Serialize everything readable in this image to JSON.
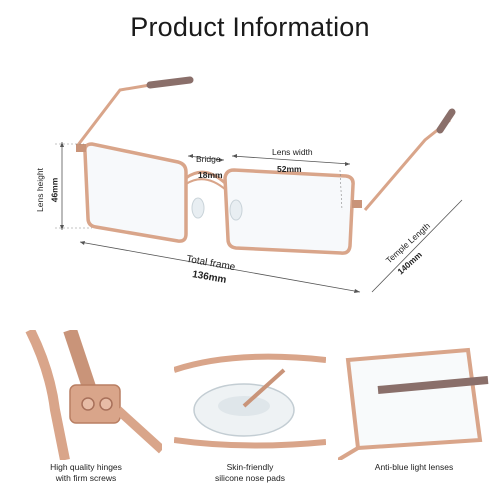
{
  "title": "Product Information",
  "dimensions": {
    "bridge_label": "Bridge",
    "bridge_value": "18mm",
    "lens_width_label": "Lens width",
    "lens_width_value": "52mm",
    "lens_height_label": "Lens height",
    "lens_height_value": "46mm",
    "total_frame_label": "Total frame",
    "total_frame_value": "136mm",
    "temple_length_label": "Temple Length",
    "temple_length_value": "140mm"
  },
  "features": [
    {
      "line1": "High quality hinges",
      "line2": "with firm screws",
      "icon": "hinge-closeup"
    },
    {
      "line1": "Skin-friendly",
      "line2": "silicone nose pads",
      "icon": "nose-pad-closeup"
    },
    {
      "line1": "Anti-blue light lenses",
      "line2": "",
      "icon": "lens-closeup"
    }
  ],
  "colors": {
    "frame": "#d9a58a",
    "frame_dark": "#b97f63",
    "tortoise": "#8a6f6a",
    "dim_line": "#555555"
  }
}
